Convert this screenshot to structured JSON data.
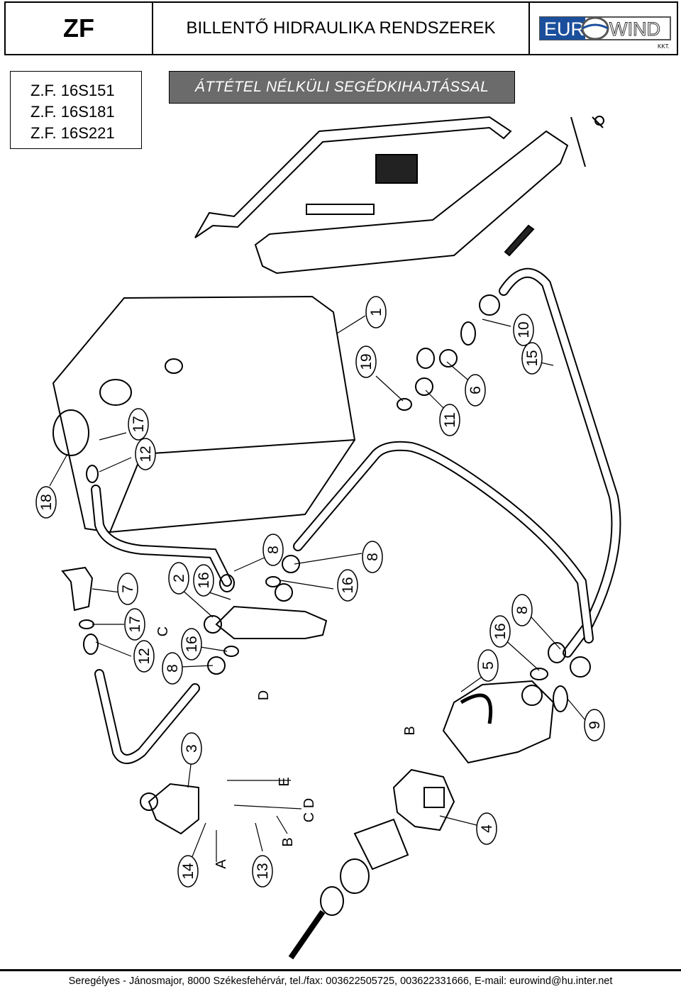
{
  "header": {
    "code": "ZF",
    "title": "BILLENTŐ HIDRAULIKA RENDSZEREK",
    "logo_left": "EUR",
    "logo_right": "WIND",
    "logo_suffix": "KKT."
  },
  "models": [
    "Z.F. 16S151",
    "Z.F. 16S181",
    "Z.F. 16S221"
  ],
  "subtitle": "ÁTTÉTEL NÉLKÜLI SEGÉDKIHAJTÁSSAL",
  "callouts": {
    "c1": "1",
    "c10": "10",
    "c15": "15",
    "c19": "19",
    "c6": "6",
    "c11": "11",
    "c17a": "17",
    "c12a": "12",
    "c18": "18",
    "c8a": "8",
    "c8b": "8",
    "c16a": "16",
    "c7": "7",
    "c2": "2",
    "c16b": "16",
    "c17b": "17",
    "cC": "C",
    "c12b": "12",
    "c16c": "16",
    "c8c": "8",
    "cD": "D",
    "c8d": "8",
    "c16d": "16",
    "c5": "5",
    "c9": "9",
    "cB1": "B",
    "c3": "3",
    "cE": "E",
    "cCD": "C D",
    "c4": "4",
    "cB2": "B",
    "cA": "A",
    "c14": "14",
    "c13": "13"
  },
  "footer": "Seregélyes - Jánosmajor, 8000 Székesfehérvár, tel./fax: 003622505725,  003622331666, E-mail: eurowind@hu.inter.net"
}
